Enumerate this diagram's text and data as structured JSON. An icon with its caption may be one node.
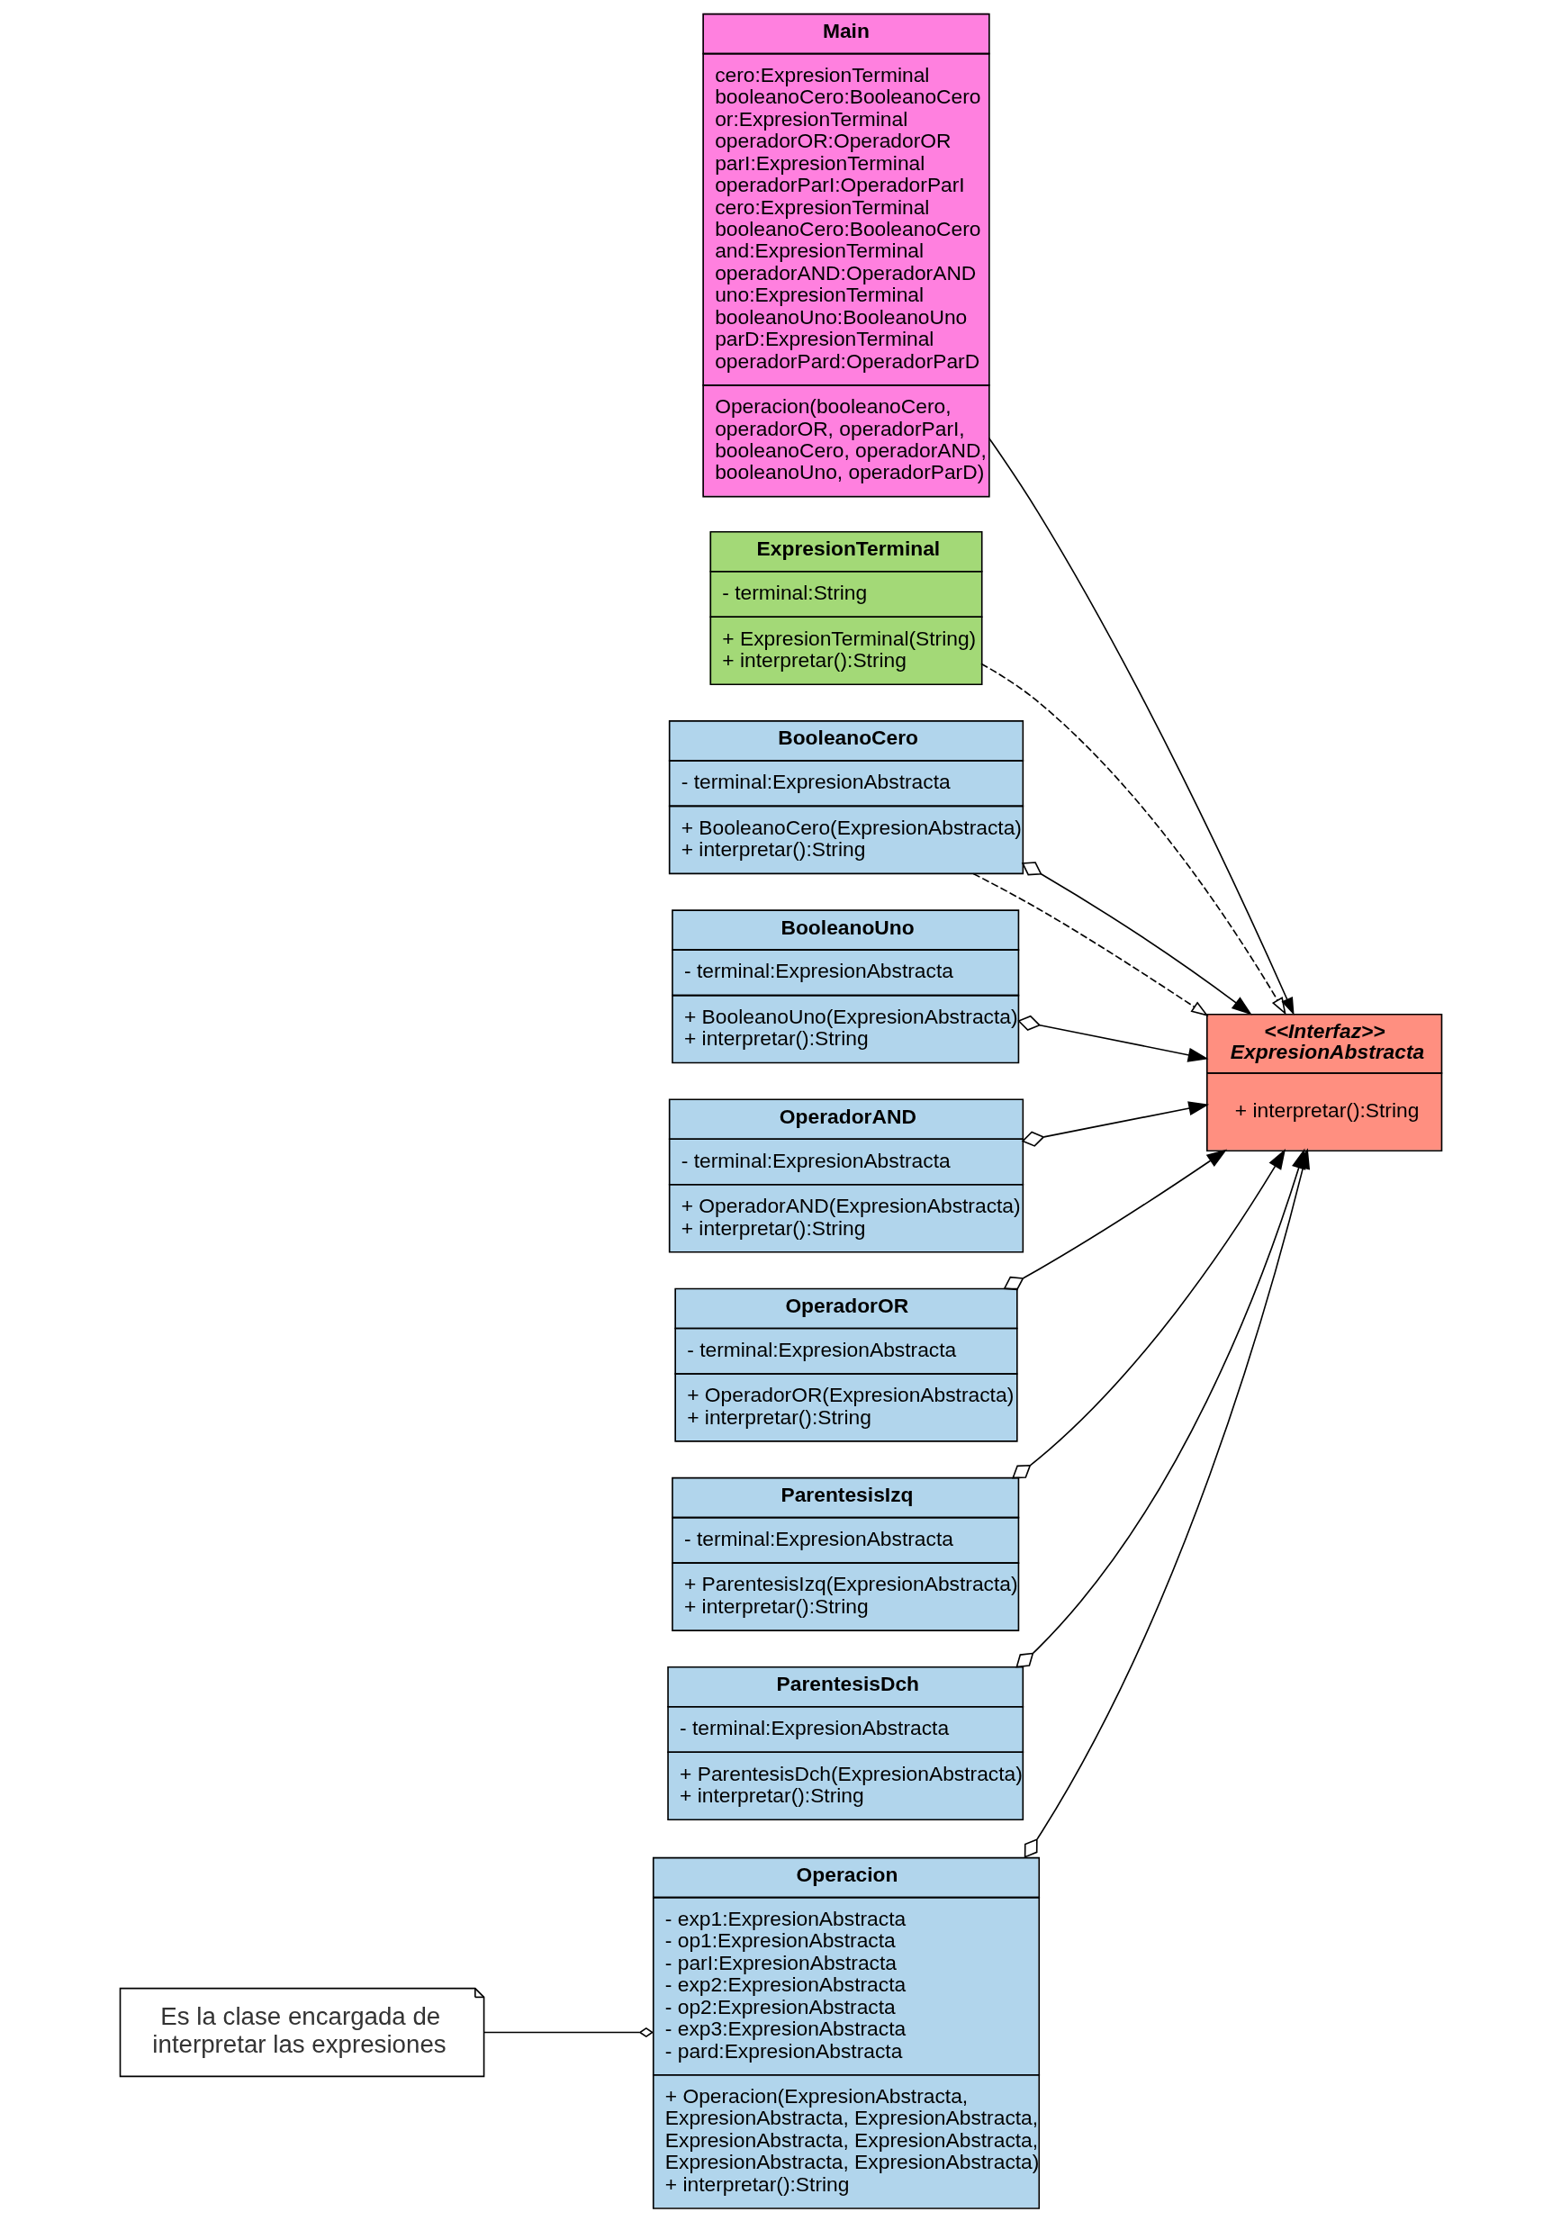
{
  "diagram": {
    "nodes": [
      {
        "text": [
          "Main",
          "cero:ExpresionTerminal booleanoCero:BooleanoCero or:ExpresionTerminal operadorOR:OperadorOR parI:ExpresionTerminal operadorParI:OperadorParI cero:ExpresionTerminal booleanoCero:BooleanoCero and:ExpresionTerminal operadorAND:OperadorAND uno:ExpresionTerminal booleanoUno:BooleanoUno parD:ExpresionTerminal operadorPard:OperadorParD",
          "Operacion(booleanoCero, operadorOR, operadorParI, booleanoCero, operadorAND, booleanoUno, operadorParD)"
        ]
      },
      {
        "text": [
          "<<Interfaz>> ExpresionAbstracta",
          "+ interpretar():String"
        ]
      },
      {
        "text": [
          "ExpresionTerminal",
          "- terminal:String",
          "+ ExpresionTerminal(String) + interpretar():String"
        ]
      },
      {
        "text": [
          "BooleanoCero",
          "- terminal:ExpresionAbstracta",
          "+ BooleanoCero(ExpresionAbstracta) + interpretar():String"
        ]
      },
      {
        "text": [
          "BooleanoUno",
          "- terminal:ExpresionAbstracta",
          "+ BooleanoUno(ExpresionAbstracta) + interpretar():String"
        ]
      },
      {
        "text": [
          "OperadorAND",
          "- terminal:ExpresionAbstracta",
          "+ OperadorAND(ExpresionAbstracta) + interpretar():String"
        ]
      },
      {
        "text": [
          "OperadorOR",
          "- terminal:ExpresionAbstracta",
          "+ OperadorOR(ExpresionAbstracta) + interpretar():String"
        ]
      },
      {
        "text": [
          "ParentesisIzq",
          "- terminal:ExpresionAbstracta",
          "+ ParentesisIzq(ExpresionAbstracta) + interpretar():String"
        ]
      },
      {
        "text": [
          "ParentesisDch",
          "- terminal:ExpresionAbstracta",
          "+ ParentesisDch(ExpresionAbstracta) + interpretar():String"
        ]
      },
      {
        "text": [
          "Operacion",
          "- exp1:ExpresionAbstracta - op1:ExpresionAbstracta - parI:ExpresionAbstracta - exp2:ExpresionAbstracta - op2:ExpresionAbstracta - exp3:ExpresionAbstracta - pard:ExpresionAbstracta",
          "+ Operacion(ExpresionAbstracta, ExpresionAbstracta, ExpresionAbstracta, ExpresionAbstracta, ExpresionAbstracta, ExpresionAbstracta, ExpresionAbstracta) + interpretar():String"
        ]
      },
      {
        "text": [
          "Es la clase encargada de interpretar las expresiones"
        ]
      }
    ],
    "edges": [
      {
        "from": 0,
        "to": 1,
        "arrow": "to"
      },
      {
        "from": 2,
        "to": 1,
        "arrow": "to",
        "style": "dashed"
      },
      {
        "from": 3,
        "to": 1,
        "arrow": "to",
        "style": "dashed"
      },
      {
        "from": 3,
        "to": 1,
        "arrow": "to"
      },
      {
        "from": 4,
        "to": 1,
        "arrow": "to"
      },
      {
        "from": 5,
        "to": 1,
        "arrow": "to"
      },
      {
        "from": 6,
        "to": 1,
        "arrow": "to"
      },
      {
        "from": 7,
        "to": 1,
        "arrow": "to"
      },
      {
        "from": 8,
        "to": 1,
        "arrow": "to"
      },
      {
        "from": 9,
        "to": 1,
        "arrow": "to"
      },
      {
        "from": 10,
        "to": 9,
        "arrow": "other"
      }
    ]
  }
}
